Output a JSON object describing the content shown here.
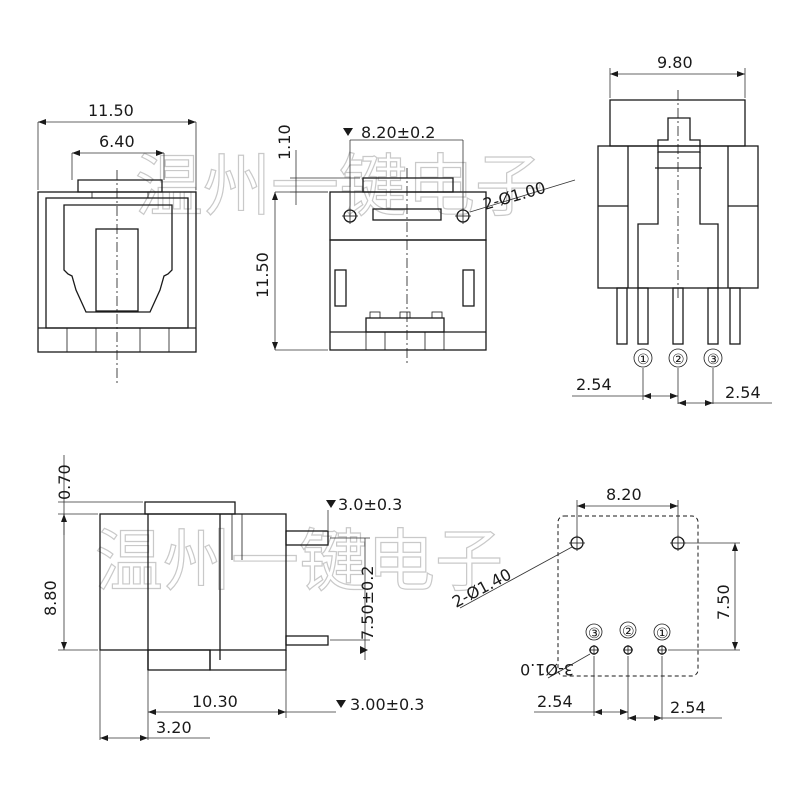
{
  "watermark": {
    "top": "温州一键电子",
    "bottom": "温州一键电子"
  },
  "front_view": {
    "width_label": "11.50",
    "opening_label": "6.40"
  },
  "side_view": {
    "top_offset_label": "1.10",
    "hole_spacing_label": "8.20±0.2",
    "height_label": "11.50",
    "holes_label": "2-Ø1.00"
  },
  "back_view": {
    "width_label": "9.80",
    "pitch_left_label": "2.54",
    "pitch_right_label": "2.54",
    "pin_labels": [
      "①",
      "②",
      "③"
    ]
  },
  "profile_view": {
    "top_label": "0.70",
    "height_label": "8.80",
    "pin_top_label": "3.0±0.3",
    "pin_spacing_label": "7.50±0.2",
    "depth_label": "10.30",
    "pin_bottom_label": "3.00±0.3",
    "base_label": "3.20"
  },
  "footprint_view": {
    "width_label": "8.20",
    "height_label": "7.50",
    "mount_holes_label": "2-Ø1.40",
    "pin_holes_label": "3-Ø1.0",
    "pitch_left_label": "2.54",
    "pitch_right_label": "2.54",
    "pin_labels": [
      "③",
      "②",
      "①"
    ]
  }
}
